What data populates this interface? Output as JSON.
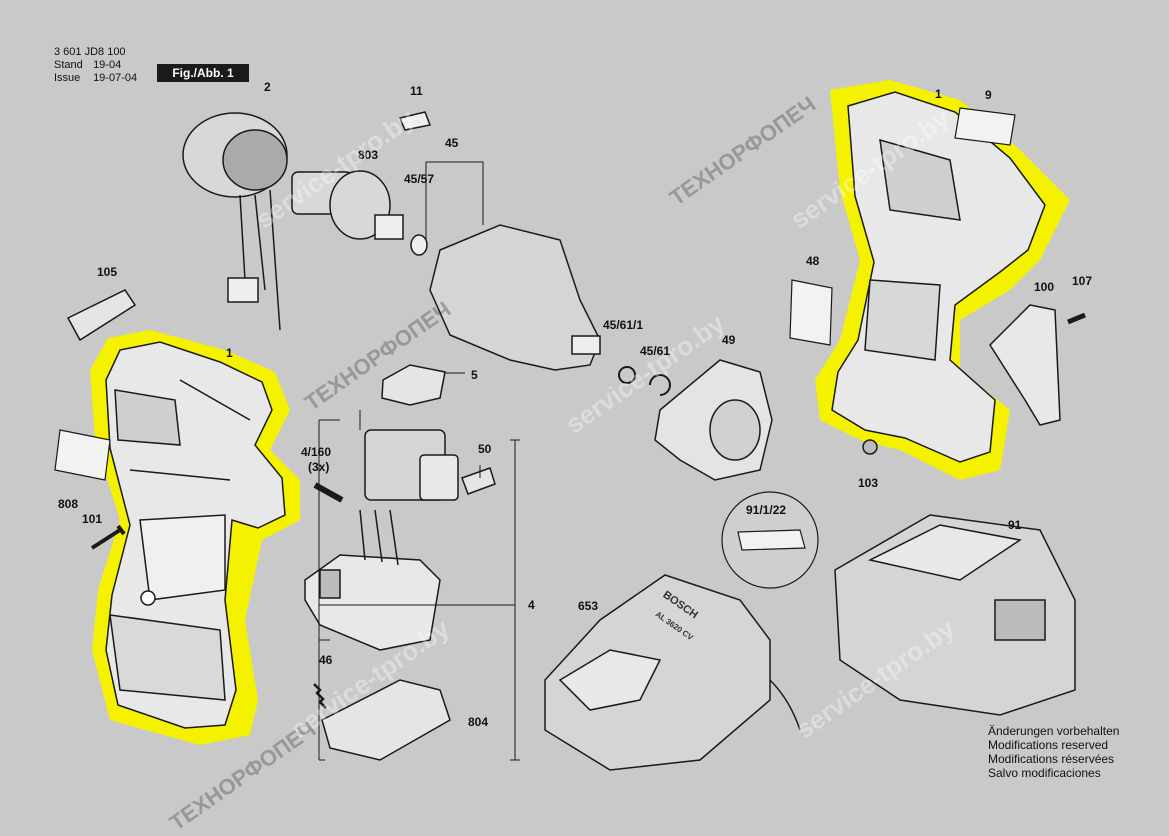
{
  "header": {
    "doc_number": "3 601 JD8 100",
    "stand_label": "Stand",
    "stand_value": "19-04",
    "issue_label": "Issue",
    "issue_value": "19-07-04",
    "figure": "Fig./Abb. 1"
  },
  "notes": [
    "Änderungen vorbehalten",
    "Modifications reserved",
    "Modifications réservées",
    "Salvo modificaciones"
  ],
  "parts": {
    "p1_left": "1",
    "p1_right": "1",
    "p2": "2",
    "p4": "4",
    "p4_160": "4/160",
    "p3x": "(3x)",
    "p5": "5",
    "p9": "9",
    "p11": "11",
    "p45": "45",
    "p45_57": "45/57",
    "p45_61_1": "45/61/1",
    "p45_61": "45/61",
    "p46": "46",
    "p48": "48",
    "p49": "49",
    "p50": "50",
    "p91": "91",
    "p91_1_22": "91/1/22",
    "p100": "100",
    "p101": "101",
    "p103": "103",
    "p105": "105",
    "p107": "107",
    "p653": "653",
    "p803": "803",
    "p804": "804",
    "p808": "808"
  },
  "charger_brand": "BOSCH",
  "charger_model": "AL 3620 CV",
  "watermarks": {
    "site": "service-tpro.by",
    "brand": "ТЕХНОРФОПЕЧ"
  },
  "colors": {
    "background": "#c9c9c9",
    "highlight": "#f5f200",
    "line": "#1a1a1a"
  }
}
